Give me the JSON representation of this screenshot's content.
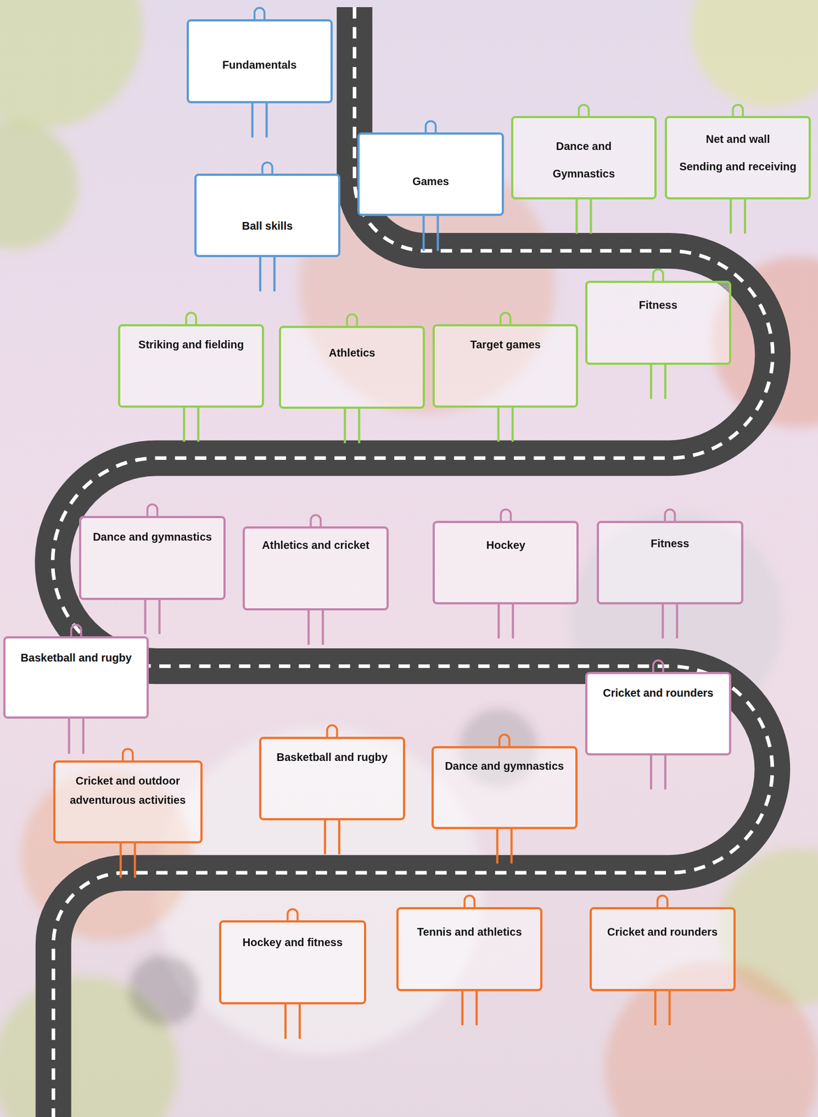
{
  "diagram": {
    "nodes": [
      {
        "text": [
          "Fundamentals"
        ]
      },
      {
        "text": [
          "Games"
        ]
      },
      {
        "text": [
          "Dance and Gymnastics"
        ]
      },
      {
        "text": [
          "Net and wall",
          "Sending and receiving"
        ]
      },
      {
        "text": [
          "Ball skills"
        ]
      },
      {
        "text": [
          "Fitness"
        ]
      },
      {
        "text": [
          "Striking and fielding"
        ]
      },
      {
        "text": [
          "Athletics"
        ]
      },
      {
        "text": [
          "Target games"
        ]
      },
      {
        "text": [
          "Dance and gymnastics"
        ]
      },
      {
        "text": [
          "Athletics and cricket"
        ]
      },
      {
        "text": [
          "Hockey"
        ]
      },
      {
        "text": [
          "Fitness"
        ]
      },
      {
        "text": [
          "Basketball and rugby"
        ]
      },
      {
        "text": [
          "Cricket and rounders"
        ]
      },
      {
        "text": [
          "Cricket and outdoor adventurous activities"
        ]
      },
      {
        "text": [
          "Basketball and rugby"
        ]
      },
      {
        "text": [
          "Dance and gymnastics"
        ]
      },
      {
        "text": [
          "Hockey and fitness"
        ]
      },
      {
        "text": [
          "Tennis and athletics"
        ]
      },
      {
        "text": [
          "Cricket and rounders"
        ]
      }
    ]
  }
}
